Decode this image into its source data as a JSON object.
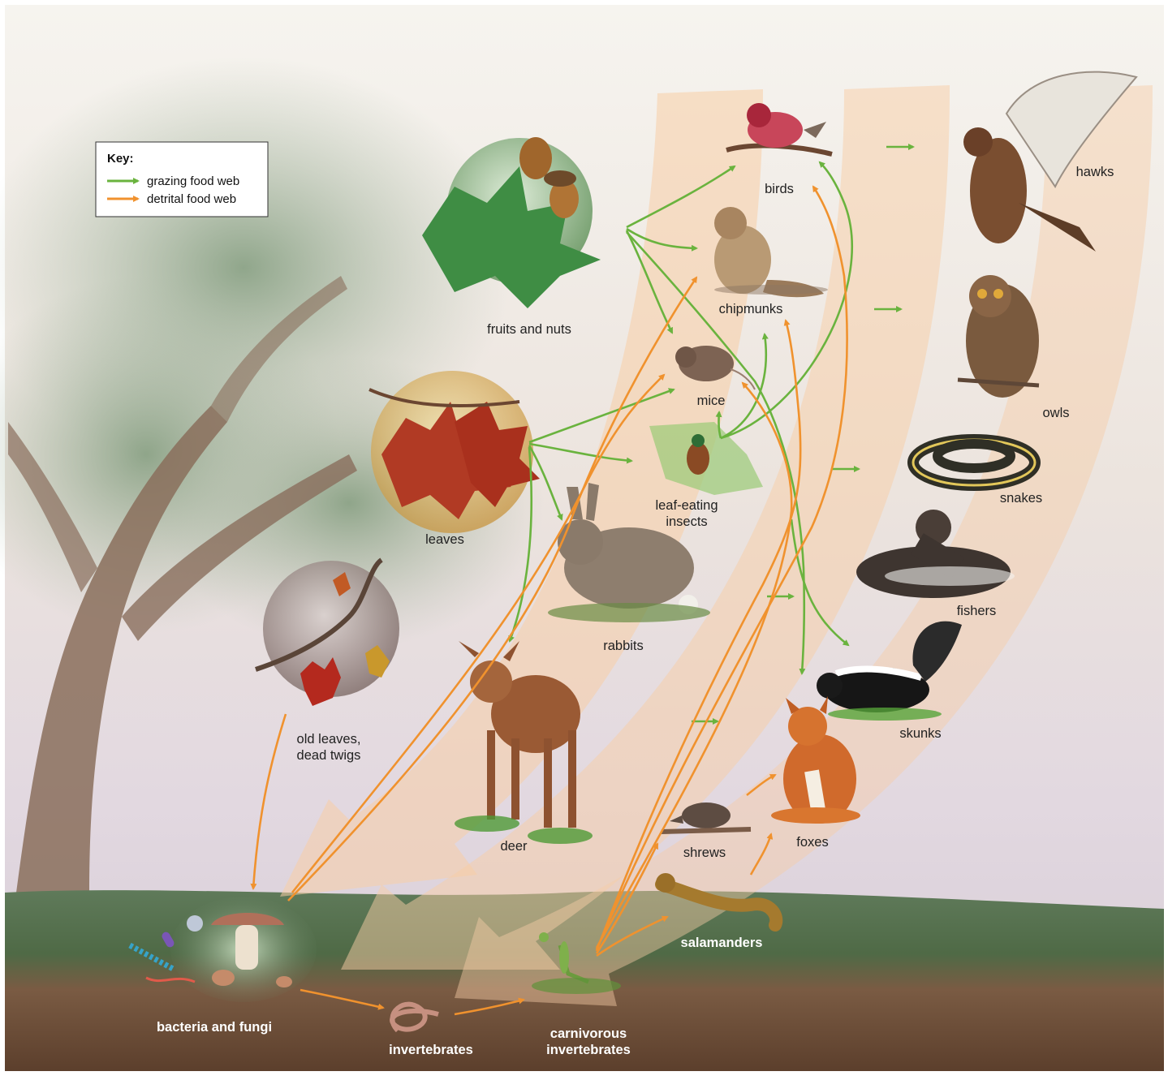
{
  "key": {
    "title": "Key:",
    "grazing_label": "grazing food web",
    "detrital_label": "detrital food web",
    "grazing_color": "#6ab33e",
    "detrital_color": "#f0922e"
  },
  "organisms": {
    "fruits_nuts": "fruits and nuts",
    "leaves": "leaves",
    "old_leaves_line1": "old leaves,",
    "old_leaves_line2": "dead twigs",
    "birds": "birds",
    "chipmunks": "chipmunks",
    "mice": "mice",
    "insects_line1": "leaf-eating",
    "insects_line2": "insects",
    "rabbits": "rabbits",
    "deer": "deer",
    "hawks": "hawks",
    "owls": "owls",
    "snakes": "snakes",
    "fishers": "fishers",
    "skunks": "skunks",
    "foxes": "foxes",
    "shrews": "shrews",
    "salamanders": "salamanders",
    "bacteria_fungi": "bacteria and fungi",
    "invertebrates": "invertebrates",
    "carn_line1": "carnivorous",
    "carn_line2": "invertebrates"
  }
}
